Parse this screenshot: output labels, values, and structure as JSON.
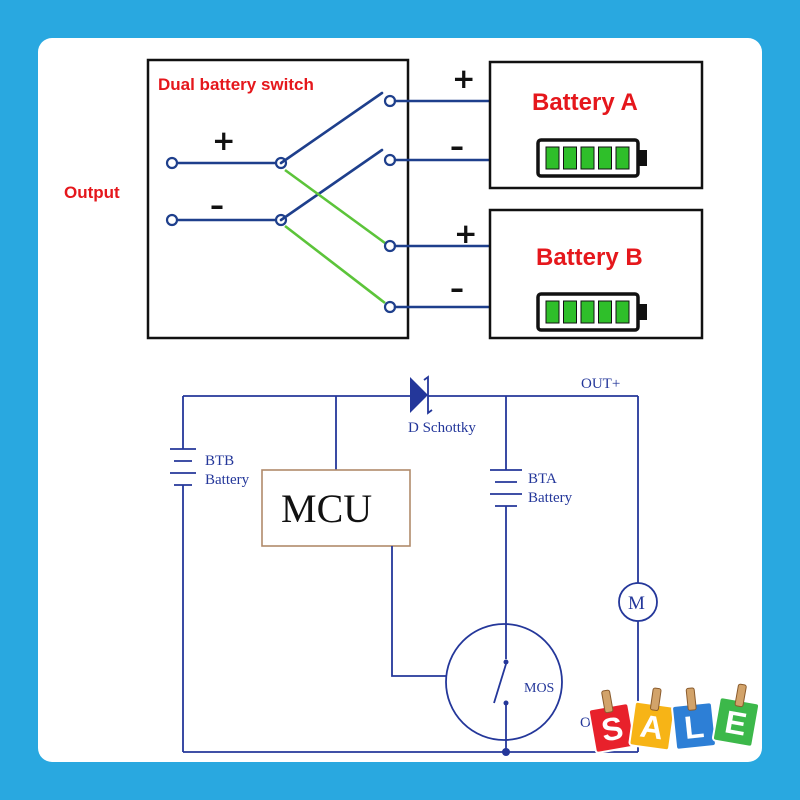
{
  "top_diagram": {
    "switch_title": "Dual battery switch",
    "output_label": "Output",
    "plus_sign": "+",
    "minus_sign": "–",
    "battery_a": {
      "label": "Battery A",
      "cells": 5
    },
    "battery_b": {
      "label": "Battery B",
      "cells": 5
    }
  },
  "circuit": {
    "out_plus": "OUT+",
    "out_minus": "O",
    "diode_label": "D Schottky",
    "btb_line1": "BTB",
    "btb_line2": "Battery",
    "bta_line1": "BTA",
    "bta_line2": "Battery",
    "mcu_label": "MCU",
    "mos_label": "MOS",
    "motor_label": "M"
  },
  "sale_badge": {
    "letters": [
      "S",
      "A",
      "L",
      "E"
    ]
  },
  "colors": {
    "background": "#29a8e0",
    "accent_red": "#e5171c",
    "wire_blue": "#1e3f8c",
    "wire_green": "#5cc43a",
    "circuit_blue": "#24379a",
    "battery_green": "#2fbf2a"
  }
}
